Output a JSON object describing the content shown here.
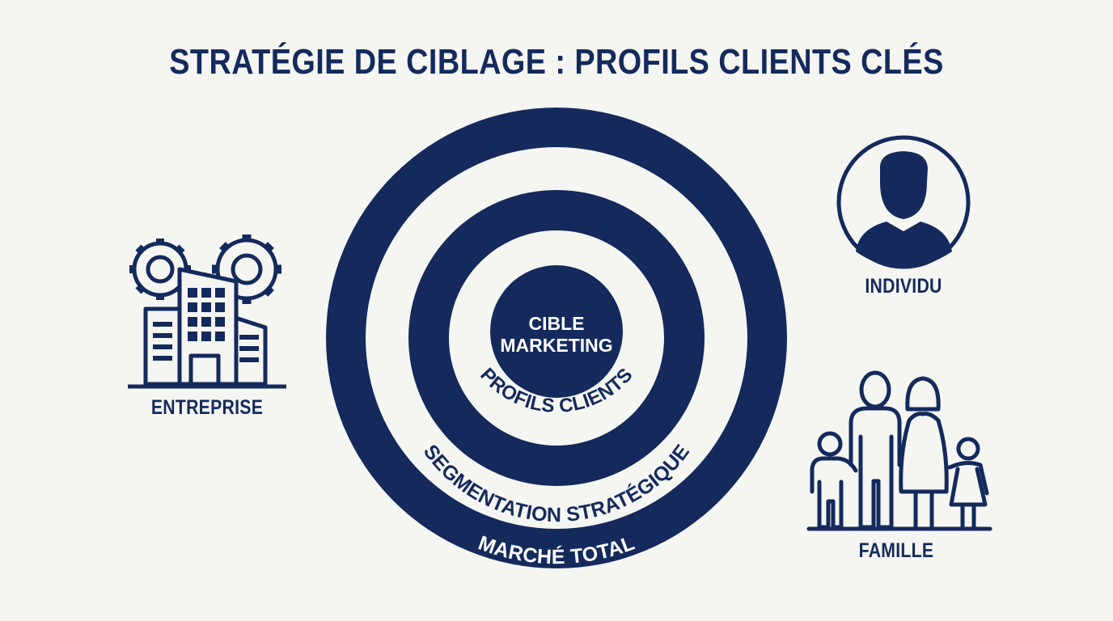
{
  "title": "STRATÉGIE DE CIBLAGE : PROFILS CLIENTS CLÉS",
  "target": {
    "center_label_line1": "CIBLE",
    "center_label_line2": "MARKETING",
    "ring_labels": [
      "PROFILS CLIENTS",
      "SEGMENTATION STRATÉGIQUE",
      "MARCHÉ TOTAL"
    ]
  },
  "profiles": {
    "entreprise": {
      "label": "ENTREPRISE",
      "icon": "building-gears-icon"
    },
    "individu": {
      "label": "INDIVIDU",
      "icon": "person-icon"
    },
    "famille": {
      "label": "FAMILLE",
      "icon": "family-icon"
    }
  },
  "colors": {
    "navy": "#142a5c",
    "background": "#f5f5f2"
  }
}
